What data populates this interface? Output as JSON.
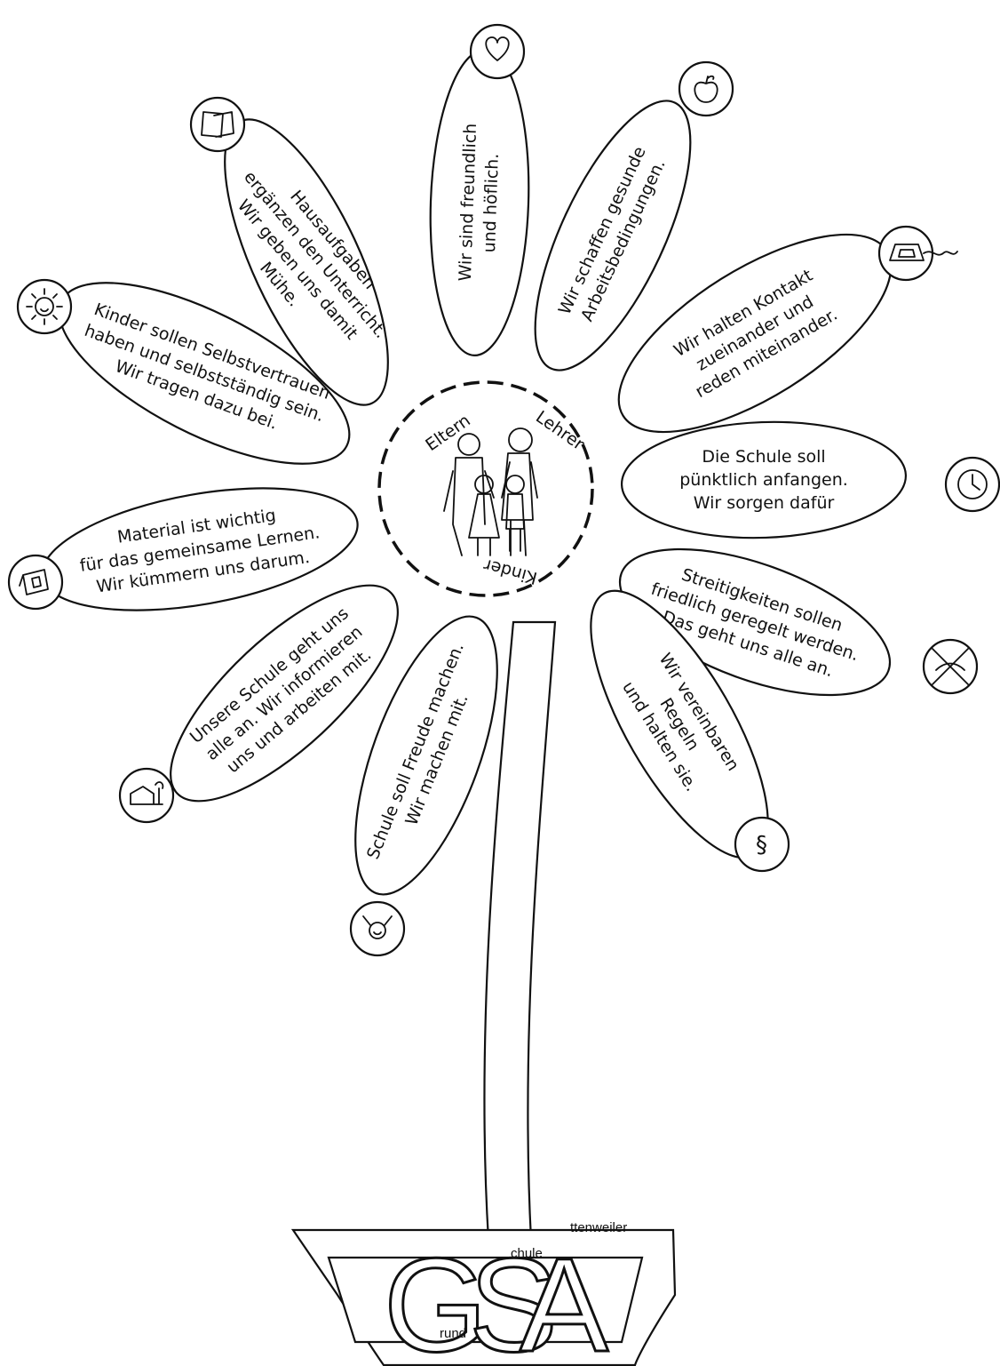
{
  "center": {
    "left_label": "Eltern",
    "right_label": "Lehrer",
    "bottom_label": "Kinder"
  },
  "petals": [
    {
      "id": "freundlich",
      "icon": "heart-icon",
      "lines": [
        "Wir sind freundlich",
        "und höflich."
      ]
    },
    {
      "id": "gesund",
      "icon": "apple-icon",
      "lines": [
        "Wir schaffen gesunde",
        "Arbeitsbedingungen."
      ]
    },
    {
      "id": "kontakt",
      "icon": "telephone-icon",
      "lines": [
        "Wir halten Kontakt",
        "zueinander und",
        "reden miteinander."
      ]
    },
    {
      "id": "puenktlich",
      "icon": "clock-icon",
      "lines": [
        "Die Schule soll",
        "pünktlich anfangen.",
        "Wir sorgen dafür"
      ]
    },
    {
      "id": "streit",
      "icon": "no-fighting-icon",
      "lines": [
        "Streitigkeiten sollen",
        "friedlich geregelt werden.",
        "Das geht uns alle an."
      ]
    },
    {
      "id": "regeln",
      "icon": "paragraph-icon",
      "lines": [
        "Wir vereinbaren",
        "Regeln",
        "und halten sie."
      ]
    },
    {
      "id": "freude",
      "icon": "cheering-face-icon",
      "lines": [
        "Schule soll Freude machen.",
        "Wir machen mit."
      ]
    },
    {
      "id": "mitarbeit",
      "icon": "school-house-icon",
      "lines": [
        "Unsere Schule geht uns",
        "alle an. Wir informieren",
        "uns und arbeiten mit."
      ]
    },
    {
      "id": "material",
      "icon": "sharpener-icon",
      "lines": [
        "Material ist wichtig",
        "für das gemeinsame Lernen.",
        "Wir kümmern uns darum."
      ]
    },
    {
      "id": "selbstvertrauen",
      "icon": "sun-icon",
      "lines": [
        "Kinder sollen Selbstvertrauen",
        "haben und selbstständig sein.",
        "Wir tragen dazu bei."
      ]
    },
    {
      "id": "hausaufgaben",
      "icon": "homework-icon",
      "lines": [
        "Hausaufgaben",
        "ergänzen den Unterricht.",
        "Wir geben uns damit",
        "Mühe."
      ]
    }
  ],
  "logo": {
    "letters": [
      "G",
      "S",
      "A"
    ],
    "sub_labels": [
      "rund",
      "chule",
      "ttenweiler"
    ]
  }
}
